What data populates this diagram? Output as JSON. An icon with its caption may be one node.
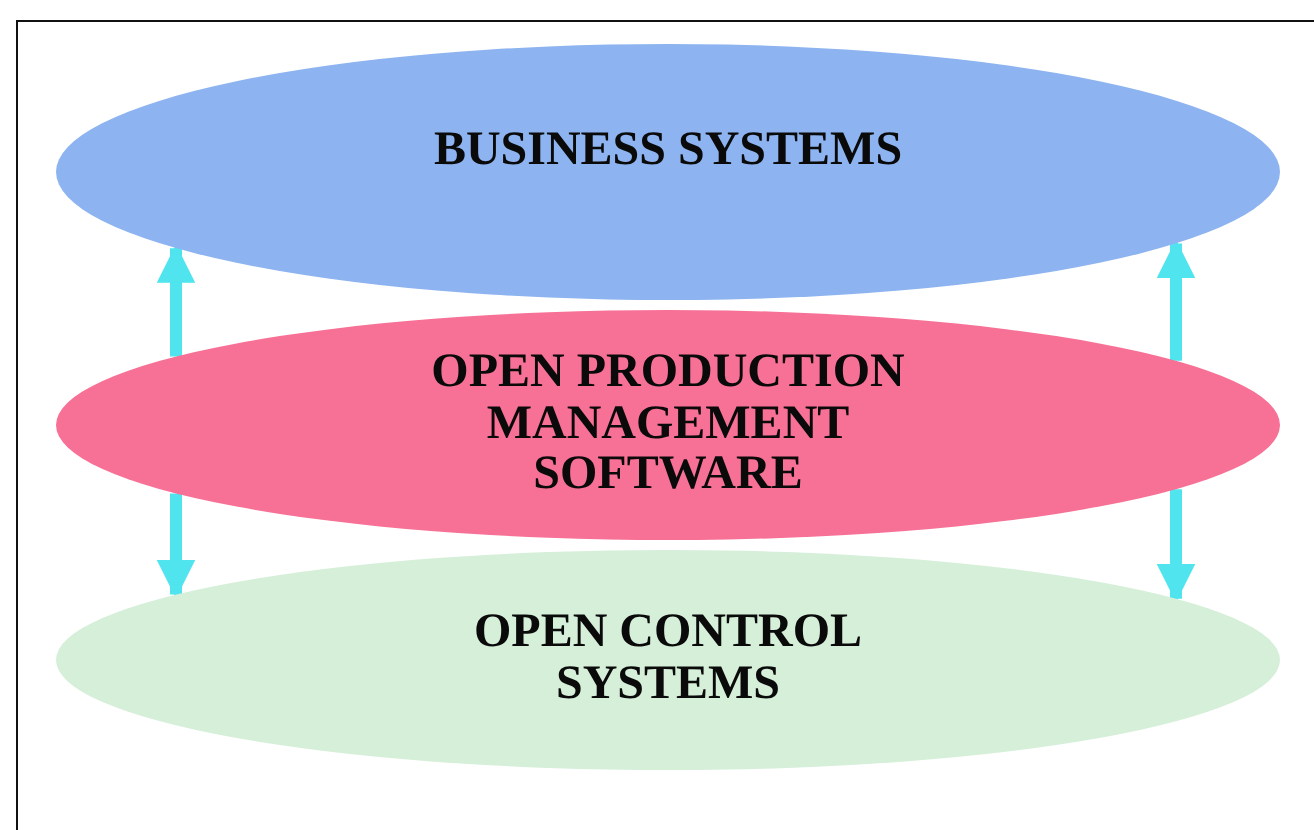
{
  "diagram": {
    "nodes": [
      {
        "text": [
          "BUSINESS SYSTEMS"
        ]
      },
      {
        "text": [
          "OPEN PRODUCTION MANAGEMENT SOFTWARE"
        ]
      },
      {
        "text": [
          "OPEN CONTROL SYSTEMS"
        ]
      }
    ],
    "edges": [
      {
        "from": 1,
        "to": 0,
        "arrow": "to"
      },
      {
        "from": 1,
        "to": 0,
        "arrow": "to"
      },
      {
        "from": 1,
        "to": 2,
        "arrow": "to"
      },
      {
        "from": 1,
        "to": 2,
        "arrow": "to"
      }
    ]
  }
}
